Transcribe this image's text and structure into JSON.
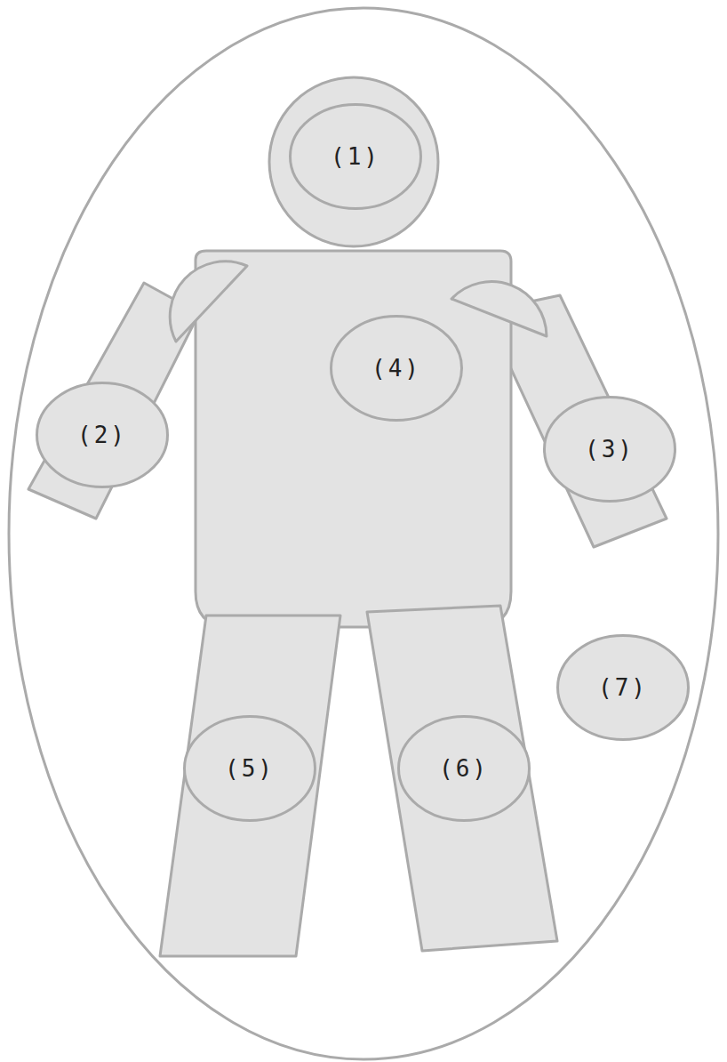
{
  "diagram": {
    "nodes": [
      {
        "text": [
          "(1)"
        ]
      },
      {
        "text": [
          "(2)"
        ]
      },
      {
        "text": [
          "(3)"
        ]
      },
      {
        "text": [
          "(4)"
        ]
      },
      {
        "text": [
          "(5)"
        ]
      },
      {
        "text": [
          "(6)"
        ]
      },
      {
        "text": [
          "(7)"
        ]
      }
    ]
  }
}
